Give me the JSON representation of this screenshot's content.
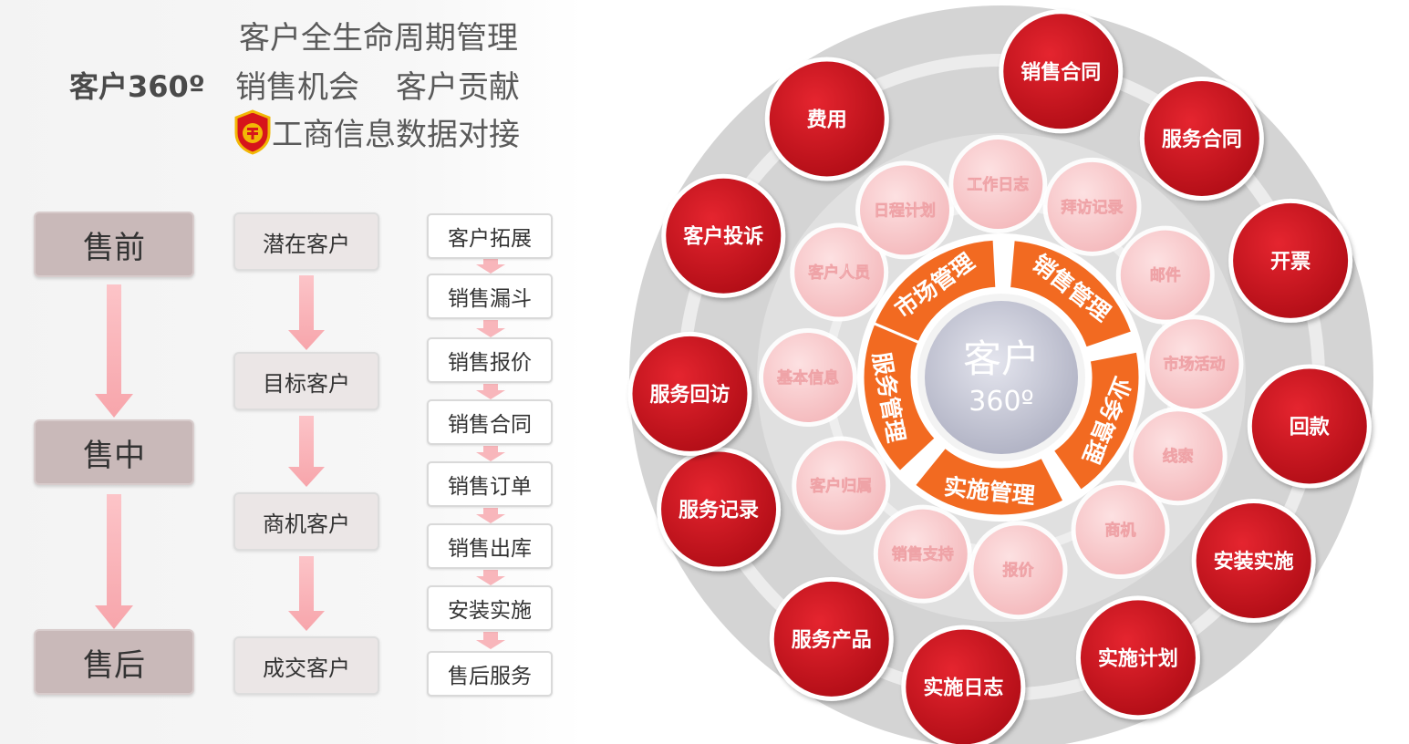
{
  "header": {
    "line1": "客户全生命周期管理",
    "customer360": "客户360º",
    "opportunity": "销售机会",
    "contribution": "客户贡献",
    "business_info": "工商信息数据对接"
  },
  "stages": [
    "售前",
    "售中",
    "售后"
  ],
  "customer_types": [
    "潜在客户",
    "目标客户",
    "商机客户",
    "成交客户"
  ],
  "sales_steps": [
    "客户拓展",
    "销售漏斗",
    "销售报价",
    "销售合同",
    "销售订单",
    "销售出库",
    "安装实施",
    "售后服务"
  ],
  "wheel": {
    "center_title": "客户",
    "center_sub": "360º",
    "ring_segments": [
      "市场管理",
      "销售管理",
      "业务管理",
      "实施管理",
      "服务管理"
    ],
    "inner_items": [
      "工作日志",
      "拜访记录",
      "邮件",
      "市场活动",
      "线索",
      "商机",
      "报价",
      "销售支持",
      "客户归属",
      "基本信息",
      "客户人员",
      "日程计划"
    ],
    "outer_items": [
      "销售合同",
      "服务合同",
      "开票",
      "回款",
      "安装实施",
      "实施计划",
      "实施日志",
      "服务产品",
      "服务记录",
      "服务回访",
      "客户投诉",
      "费用"
    ],
    "colors": {
      "outer": "#c8141e",
      "inner": "#f6c7c9",
      "ring": "#f26a21",
      "center": "#c9cad6"
    }
  }
}
